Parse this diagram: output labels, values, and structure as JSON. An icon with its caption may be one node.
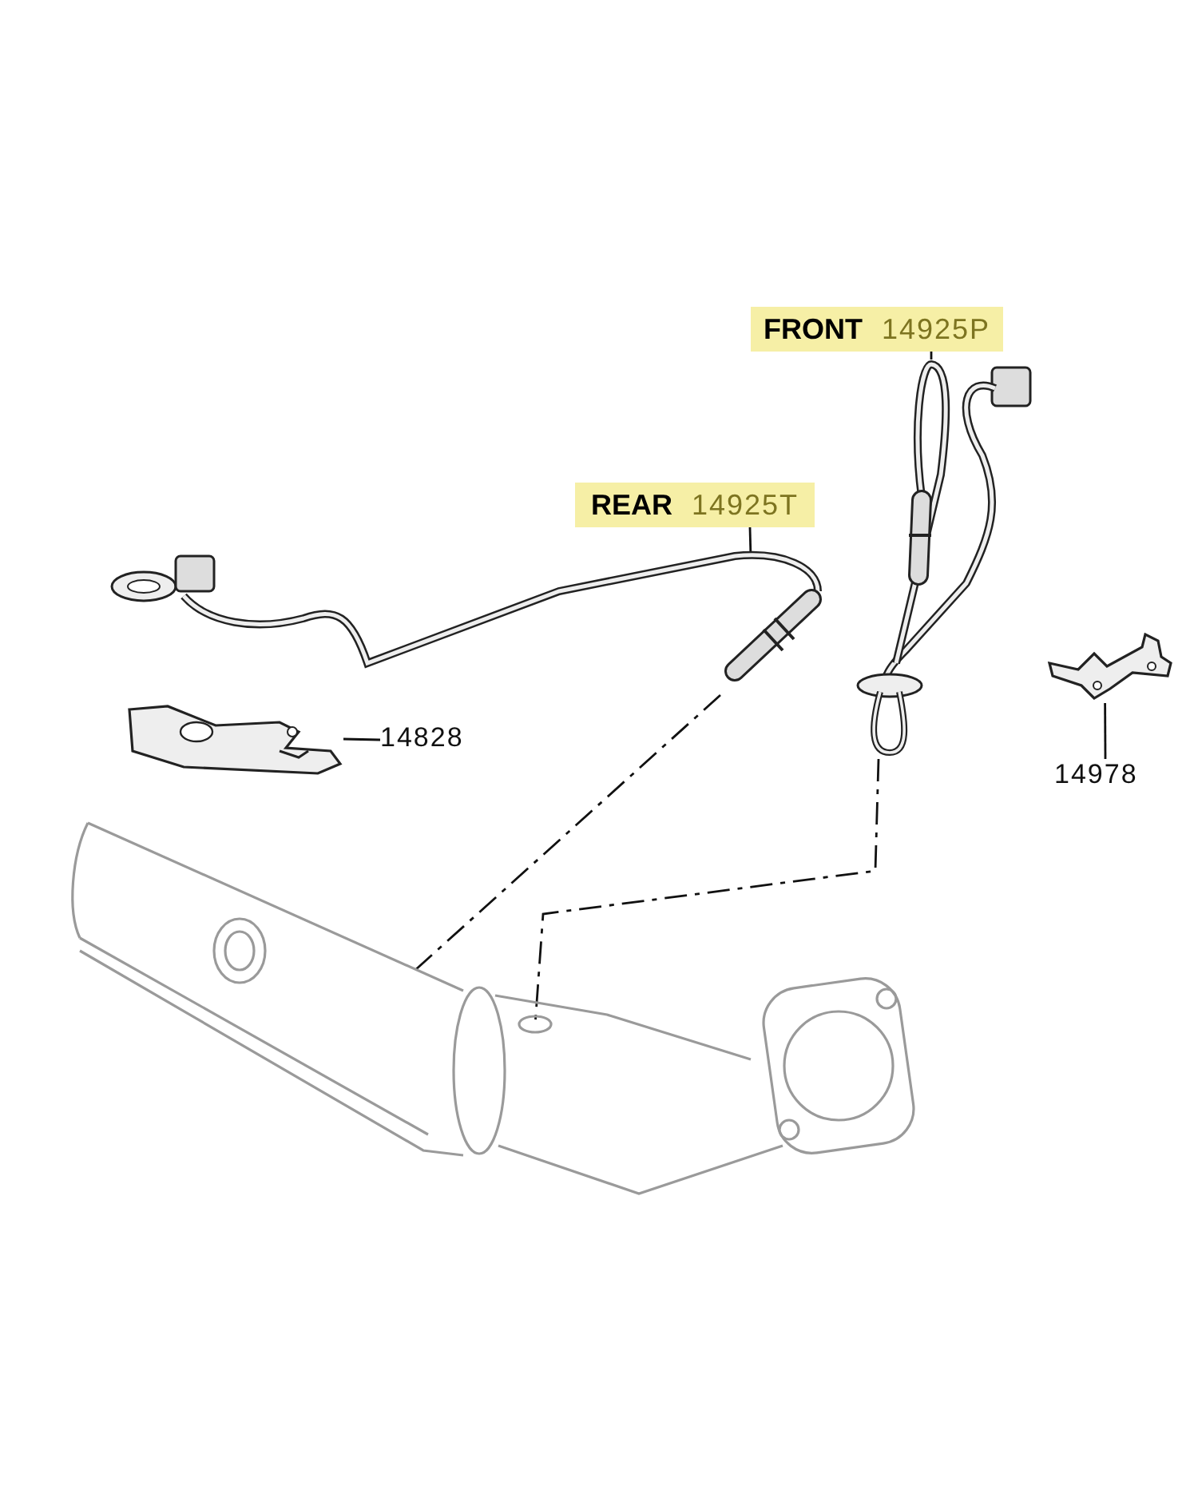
{
  "diagram": {
    "nodes": [
      {
        "text": [
          "FRONT",
          "14925P"
        ]
      },
      {
        "text": [
          "REAR",
          "14925T"
        ]
      },
      {
        "text": [
          "14828"
        ]
      },
      {
        "text": [
          "14978"
        ]
      },
      {
        "text": [],
        "shape": "picture"
      },
      {
        "text": [],
        "shape": "picture"
      },
      {
        "text": [],
        "shape": "picture"
      },
      {
        "text": [],
        "shape": "picture"
      },
      {
        "text": [],
        "shape": "picture"
      }
    ],
    "edges": [
      {
        "from": 1,
        "to": 4,
        "arrow": "none"
      },
      {
        "from": 0,
        "to": 5,
        "arrow": "none"
      },
      {
        "from": 2,
        "to": 6,
        "arrow": "none"
      },
      {
        "from": 3,
        "to": 7,
        "arrow": "none"
      },
      {
        "from": 4,
        "to": 8,
        "arrow": "none",
        "style": "dashed"
      },
      {
        "from": 5,
        "to": 8,
        "arrow": "none",
        "style": "dashed"
      }
    ]
  }
}
